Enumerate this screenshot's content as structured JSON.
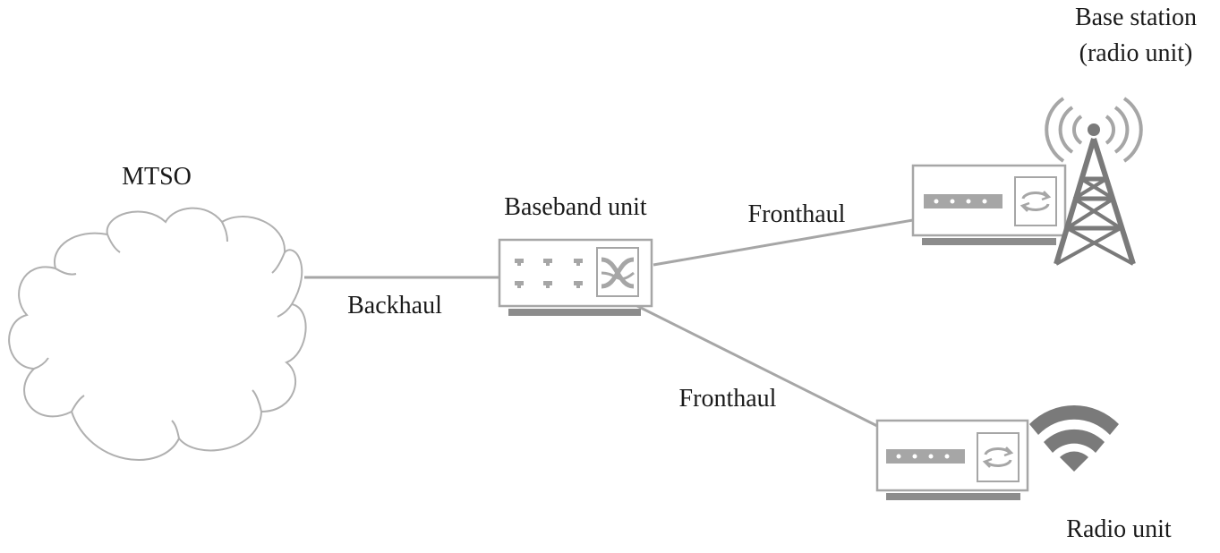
{
  "labels": {
    "mtso": "MTSO",
    "baseband_unit": "Baseband unit",
    "backhaul": "Backhaul",
    "fronthaul_top": "Fronthaul",
    "fronthaul_bottom": "Fronthaul",
    "base_station_line1": "Base station",
    "base_station_line2": "(radio unit)",
    "radio_unit": "Radio unit"
  },
  "icons": {
    "cloud": "cloud-icon",
    "baseband": "switch-icon",
    "tower": "cell-tower-icon",
    "wifi": "wifi-icon"
  },
  "colors": {
    "outline": "#a6a6a6",
    "dark": "#7a7a7a",
    "link": "#a6a6a6",
    "text": "#1a1a1a"
  }
}
